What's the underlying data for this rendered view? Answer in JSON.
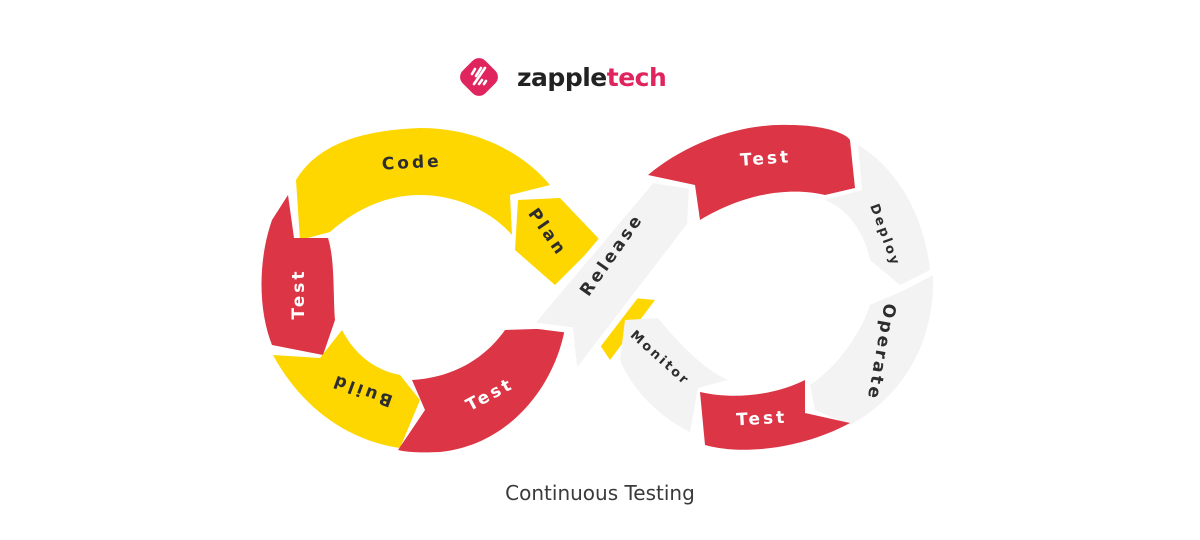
{
  "brand": {
    "name_part1": "zapple",
    "name_part2": "tech",
    "logo_icon": "zappletech-logo-icon",
    "colors": {
      "primary": "#e0245e",
      "text": "#222222"
    }
  },
  "diagram": {
    "type": "infinity-loop",
    "caption": "Continuous Testing",
    "colors": {
      "yellow": "#fed600",
      "red": "#dc3545",
      "gray": "#f3f3f3",
      "dark_text": "#2d2d2d",
      "light_text": "#ffffff"
    },
    "left_loop": {
      "segments": [
        {
          "label": "Code",
          "color": "yellow"
        },
        {
          "label": "Plan",
          "color": "yellow"
        },
        {
          "label": "Test",
          "color": "red"
        },
        {
          "label": "Build",
          "color": "yellow"
        },
        {
          "label": "Test",
          "color": "red"
        }
      ]
    },
    "center": {
      "label": "Release",
      "color": "gray"
    },
    "right_loop": {
      "segments": [
        {
          "label": "Test",
          "color": "red"
        },
        {
          "label": "Deploy",
          "color": "gray"
        },
        {
          "label": "Operate",
          "color": "gray"
        },
        {
          "label": "Test",
          "color": "red"
        },
        {
          "label": "Monitor",
          "color": "gray"
        }
      ]
    }
  }
}
